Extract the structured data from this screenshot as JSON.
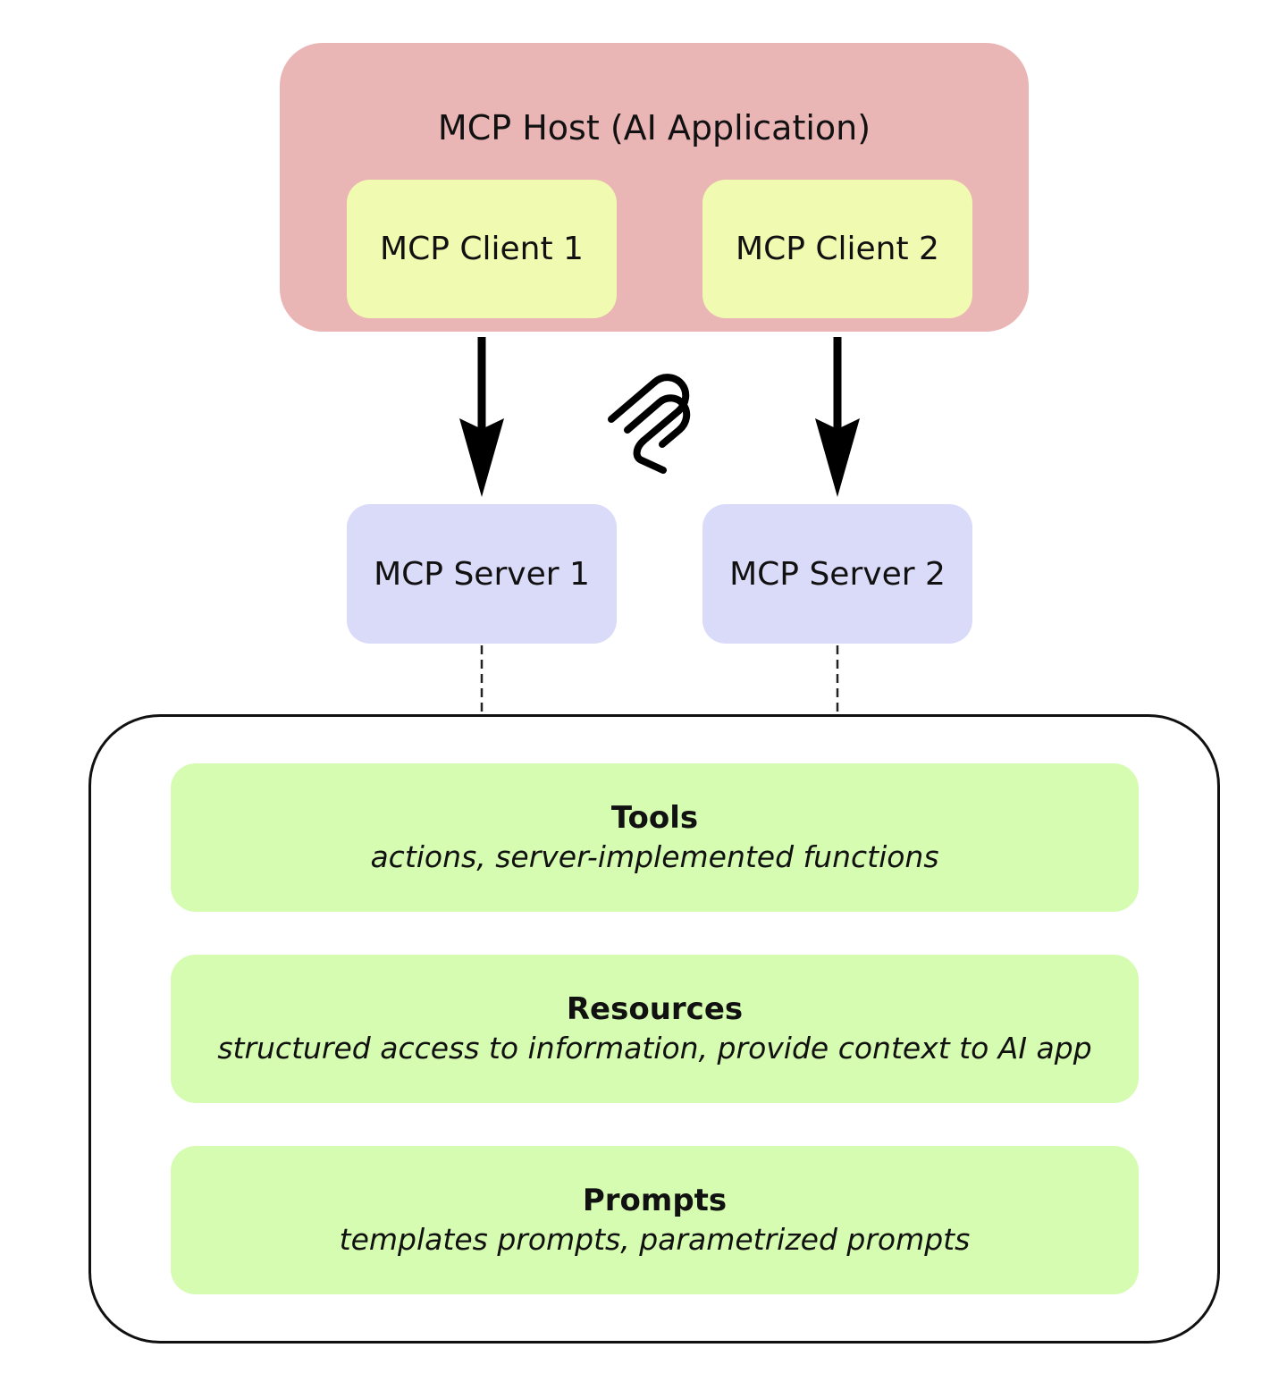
{
  "host": {
    "label": "MCP Host (AI Application)",
    "color": "#eab5b5"
  },
  "clients": [
    {
      "label": "MCP Client 1",
      "color": "#f0fab0"
    },
    {
      "label": "MCP Client 2",
      "color": "#f0fab0"
    }
  ],
  "servers": [
    {
      "label": "MCP Server 1",
      "color": "#dadaf9"
    },
    {
      "label": "MCP Server 2",
      "color": "#dadaf9"
    }
  ],
  "connections": [
    {
      "from": "MCP Client 1",
      "to": "MCP Server 1",
      "style": "solid-arrow"
    },
    {
      "from": "MCP Client 2",
      "to": "MCP Server 2",
      "style": "solid-arrow"
    },
    {
      "from": "MCP Server 1",
      "to": "capabilities-group",
      "style": "dashed"
    },
    {
      "from": "MCP Server 2",
      "to": "capabilities-group",
      "style": "dashed"
    }
  ],
  "logo": {
    "icon": "mcp-logo-icon"
  },
  "capabilities": [
    {
      "title": "Tools",
      "description": "actions, server-implemented functions"
    },
    {
      "title": "Resources",
      "description": "structured access to information, provide context to AI app"
    },
    {
      "title": "Prompts",
      "description": "templates prompts, parametrized prompts"
    }
  ],
  "capability_color": "#d5fcb0"
}
